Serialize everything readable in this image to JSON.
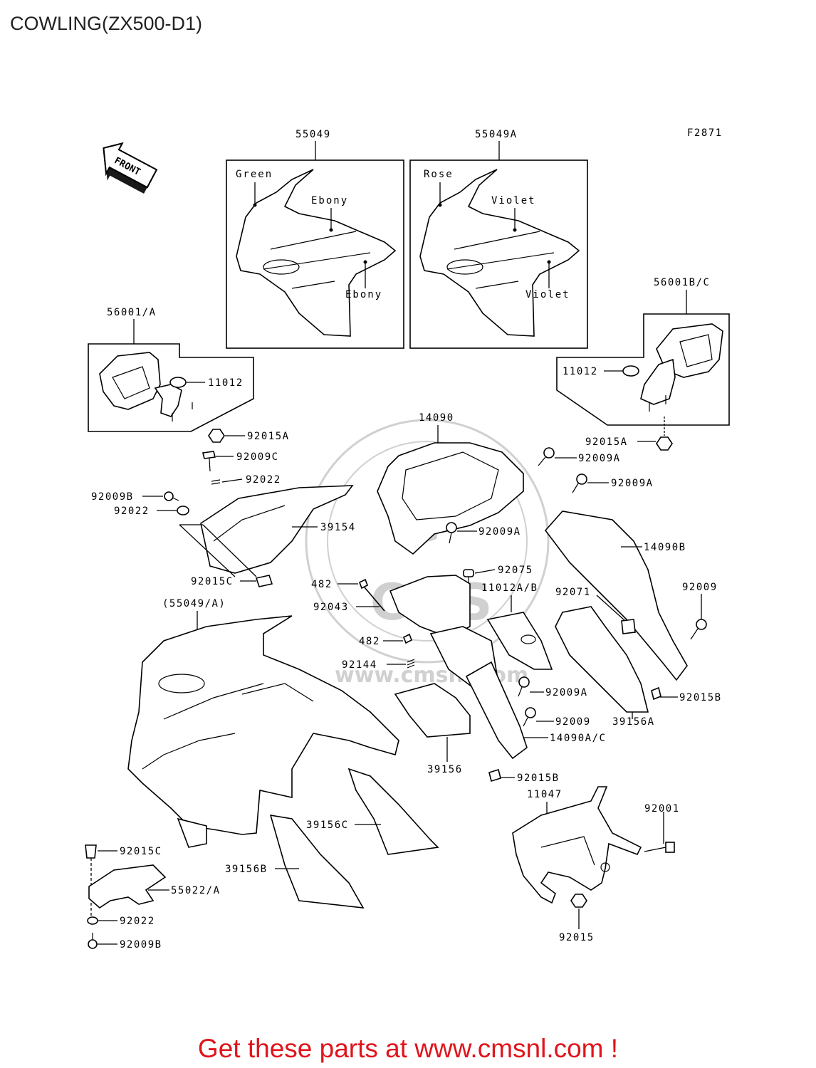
{
  "title": "COWLING(ZX500-D1)",
  "figure_code": "F2871",
  "front_arrow_label": "FRONT",
  "watermark_text": "www.cmsnl.com",
  "footer": "Get these parts at www.cmsnl.com !",
  "labels": {
    "p55049": "55049",
    "p55049A": "55049A",
    "green": "Green",
    "ebony1": "Ebony",
    "ebony2": "Ebony",
    "rose": "Rose",
    "violet1": "Violet",
    "violet2": "Violet",
    "p56001A": "56001/A",
    "p56001BC": "56001B/C",
    "p11012_l": "11012",
    "p11012_r": "11012",
    "p92015A_l": "92015A",
    "p92015A_r": "92015A",
    "p14090": "14090",
    "p92009C": "92009C",
    "p92022_a": "92022",
    "p92009B_a": "92009B",
    "p92022_b": "92022",
    "p39154": "39154",
    "p92009A_1": "92009A",
    "p92009A_2": "92009A",
    "p92009A_3": "92009A",
    "p92009A_4": "92009A",
    "p14090B": "14090B",
    "p92015C_a": "92015C",
    "p482_a": "482",
    "p92075": "92075",
    "p11012AB": "11012A/B",
    "p92043": "92043",
    "p92071": "92071",
    "p92009_a": "92009",
    "p55049A_paren": "(55049/A)",
    "p482_b": "482",
    "p92144": "92144",
    "p92015B_a": "92015B",
    "p92009_b": "92009",
    "p39156A": "39156A",
    "p14090AC": "14090A/C",
    "p39156": "39156",
    "p92015B_b": "92015B",
    "p11047": "11047",
    "p92001": "92001",
    "p39156C": "39156C",
    "p92015C_b": "92015C",
    "p39156B": "39156B",
    "p55022A": "55022/A",
    "p92022_c": "92022",
    "p92015": "92015",
    "p92009B_b": "92009B"
  }
}
